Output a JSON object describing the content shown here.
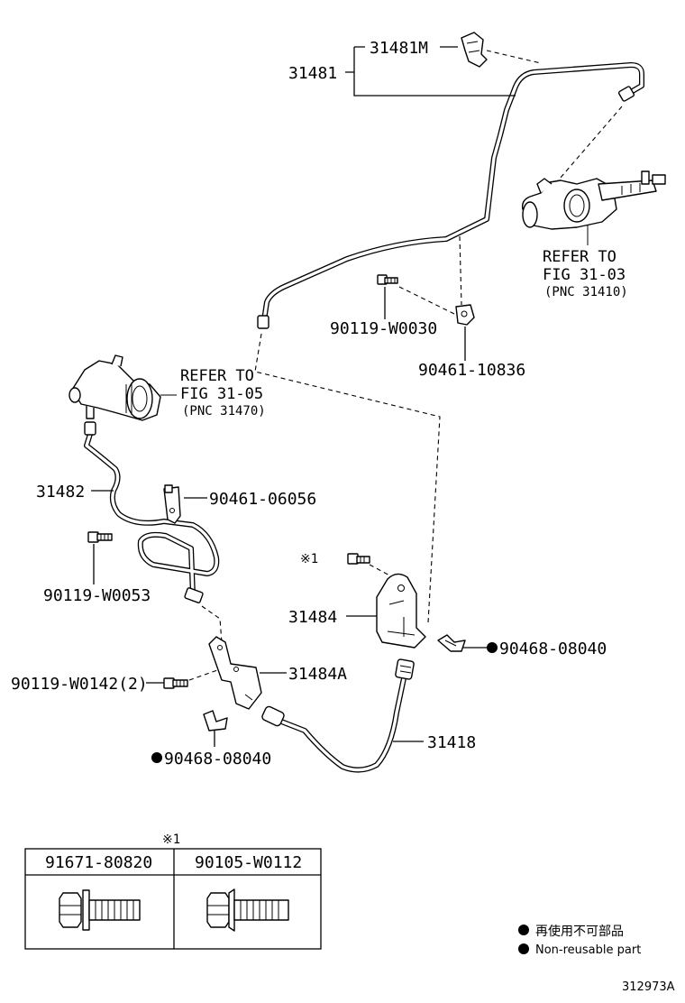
{
  "parts": {
    "p31481M": "31481M",
    "p31481": "31481",
    "p90119_W0030": "90119-W0030",
    "p90461_10836": "90461-10836",
    "p31482": "31482",
    "p90461_06056": "90461-06056",
    "p90119_W0053": "90119-W0053",
    "p31484": "31484",
    "p90468_08040_right": "90468-08040",
    "p90119_W0142": "90119-W0142(2)",
    "p31484A": "31484A",
    "p90468_08040_left": "90468-08040",
    "p31418": "31418",
    "note_mark": "※1"
  },
  "refs": {
    "master_cyl": {
      "line1": "REFER TO",
      "line2": "FIG 31-03",
      "line3": "(PNC 31410)"
    },
    "release_cyl": {
      "line1": "REFER TO",
      "line2": "FIG 31-05",
      "line3": "(PNC 31470)"
    }
  },
  "table": {
    "note_mark": "※1",
    "col1": "91671-80820",
    "col2": "90105-W0112"
  },
  "legend": {
    "line_jp": "再使用不可部品",
    "line_en": "Non-reusable part"
  },
  "figure_id": "312973A",
  "icons": [
    "filled-circle-icon",
    "bolt-icon",
    "clamp-icon",
    "bracket-icon"
  ]
}
